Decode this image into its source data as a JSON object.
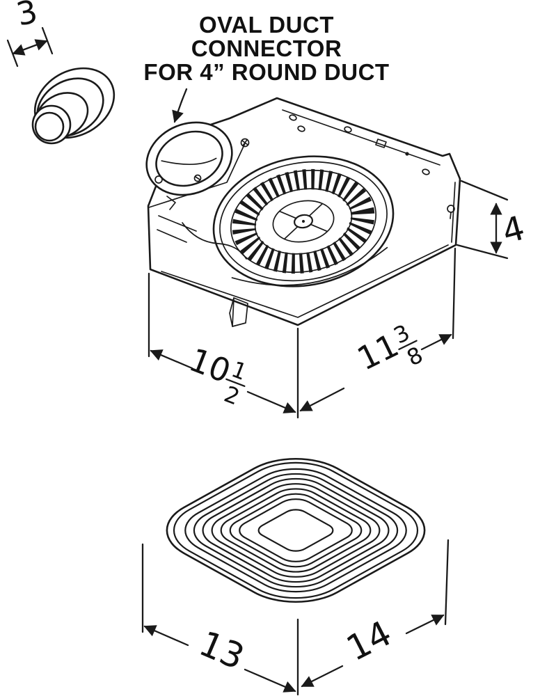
{
  "diagram_title": {
    "line1": "OVAL DUCT",
    "line2": "CONNECTOR",
    "line3": "FOR 4” ROUND DUCT"
  },
  "dimensions": {
    "duct_connector_width": "3",
    "housing_height": "4",
    "housing_width": {
      "whole": "10",
      "numerator": "1",
      "denominator": "2"
    },
    "housing_depth": {
      "whole": "11",
      "numerator": "3",
      "denominator": "8"
    },
    "grille_width": "13",
    "grille_depth": "14"
  },
  "colors": {
    "line": "#1a1a1a",
    "background": "#ffffff"
  }
}
